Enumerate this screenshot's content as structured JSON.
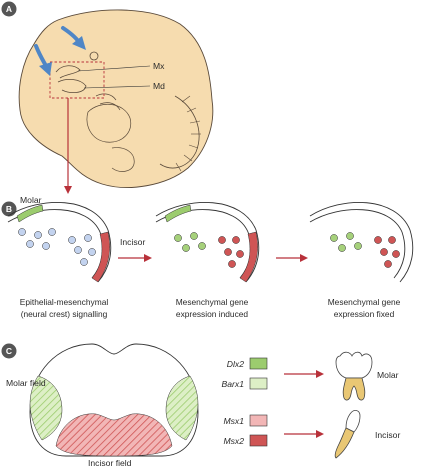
{
  "panels": {
    "a": {
      "letter": "A",
      "labels": {
        "mx": "Mx",
        "md": "Md"
      }
    },
    "b": {
      "letter": "B",
      "molar_label": "Molar",
      "incisor_label": "Incisor",
      "captions": [
        [
          "Epithelial-mesenchymal",
          "(neural crest) signalling"
        ],
        [
          "Mesenchymal gene",
          "expression induced"
        ],
        [
          "Mesenchymal gene",
          "expression fixed"
        ]
      ]
    },
    "c": {
      "letter": "C",
      "molar_field": "Molar field",
      "incisor_field": "Incisor field",
      "legend": [
        {
          "gene": "Dlx2",
          "color": "#9ccc6e"
        },
        {
          "gene": "Barx1",
          "color": "#ddefc6"
        },
        {
          "gene": "Msx1",
          "color": "#f2b6b6"
        },
        {
          "gene": "Msx2",
          "color": "#cf5555"
        }
      ],
      "tooth_labels": {
        "molar": "Molar",
        "incisor": "Incisor"
      }
    }
  },
  "colors": {
    "embryo": "#f6dcaf",
    "arrow_blue": "#4f86c6",
    "arrow_red": "#b8313a",
    "dot_blue": "#c3d3ef",
    "dot_green": "#a6d17b",
    "dot_red": "#cf5555",
    "panel_badge": "#555555"
  }
}
